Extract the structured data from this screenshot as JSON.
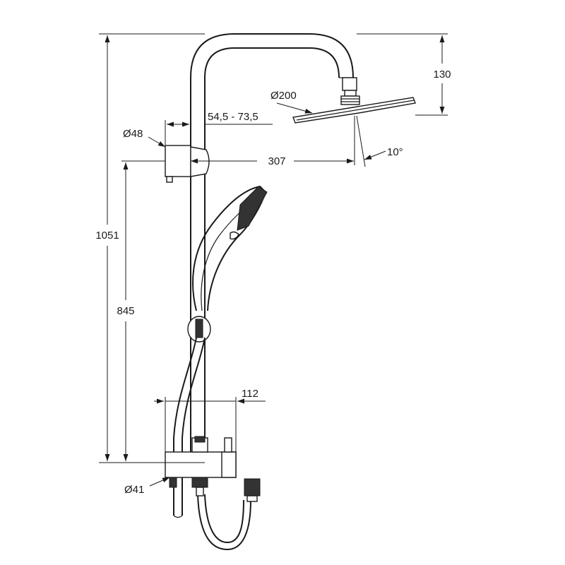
{
  "dimensions": {
    "total_height": "1051",
    "holder_height": "845",
    "head_drop": "130",
    "head_diameter": "Ø200",
    "arm_reach": "307",
    "head_tilt": "10°",
    "bracket_diameter": "Ø48",
    "wall_distance": "54,5 - 73,5",
    "mixer_depth": "112",
    "outlet_diameter": "Ø41"
  }
}
